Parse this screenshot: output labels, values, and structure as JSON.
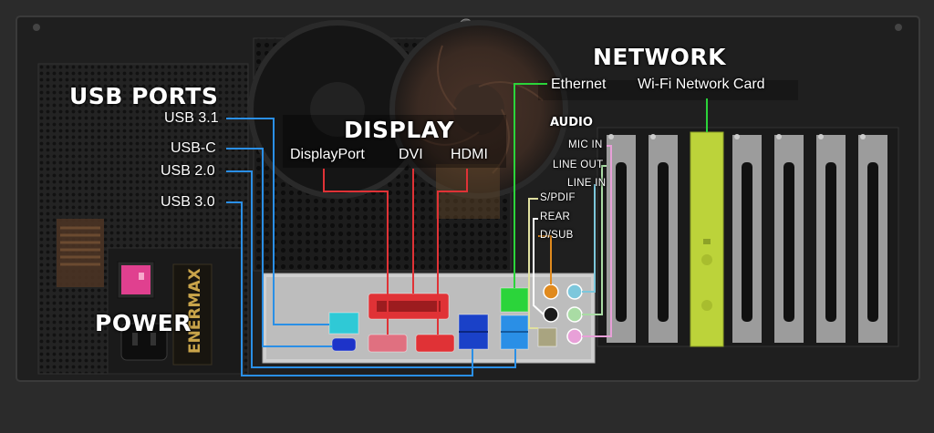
{
  "sections": {
    "usb_ports": "USB PORTS",
    "display": "DISPLAY",
    "network": "NETWORK",
    "audio": "AUDIO",
    "power": "POWER"
  },
  "usb": [
    "USB 3.1",
    "USB-C",
    "USB 2.0",
    "USB 3.0"
  ],
  "display_ports": [
    "DisplayPort",
    "DVI",
    "HDMI"
  ],
  "network_items": [
    "Ethernet",
    "Wi-Fi Network Card"
  ],
  "audio_jacks": [
    "MIC IN",
    "LINE OUT",
    "LINE IN",
    "S/PDIF",
    "REAR",
    "D/SUB"
  ],
  "psu_brand": "ENERMAX",
  "colors": {
    "usb_line": "#2a8fe6",
    "display": "#e03236",
    "network": "#2bd43a",
    "wifi_card": "#bcd33a",
    "power_switch": "#e0408f",
    "usb31": "#2fc9d6",
    "usbc": "#1d33c9",
    "usb30": "#1a41c8",
    "audio_orange": "#e08a1e",
    "audio_blue": "#7cc7dc",
    "audio_green": "#a9dca4",
    "audio_pink": "#e8a0d8"
  }
}
